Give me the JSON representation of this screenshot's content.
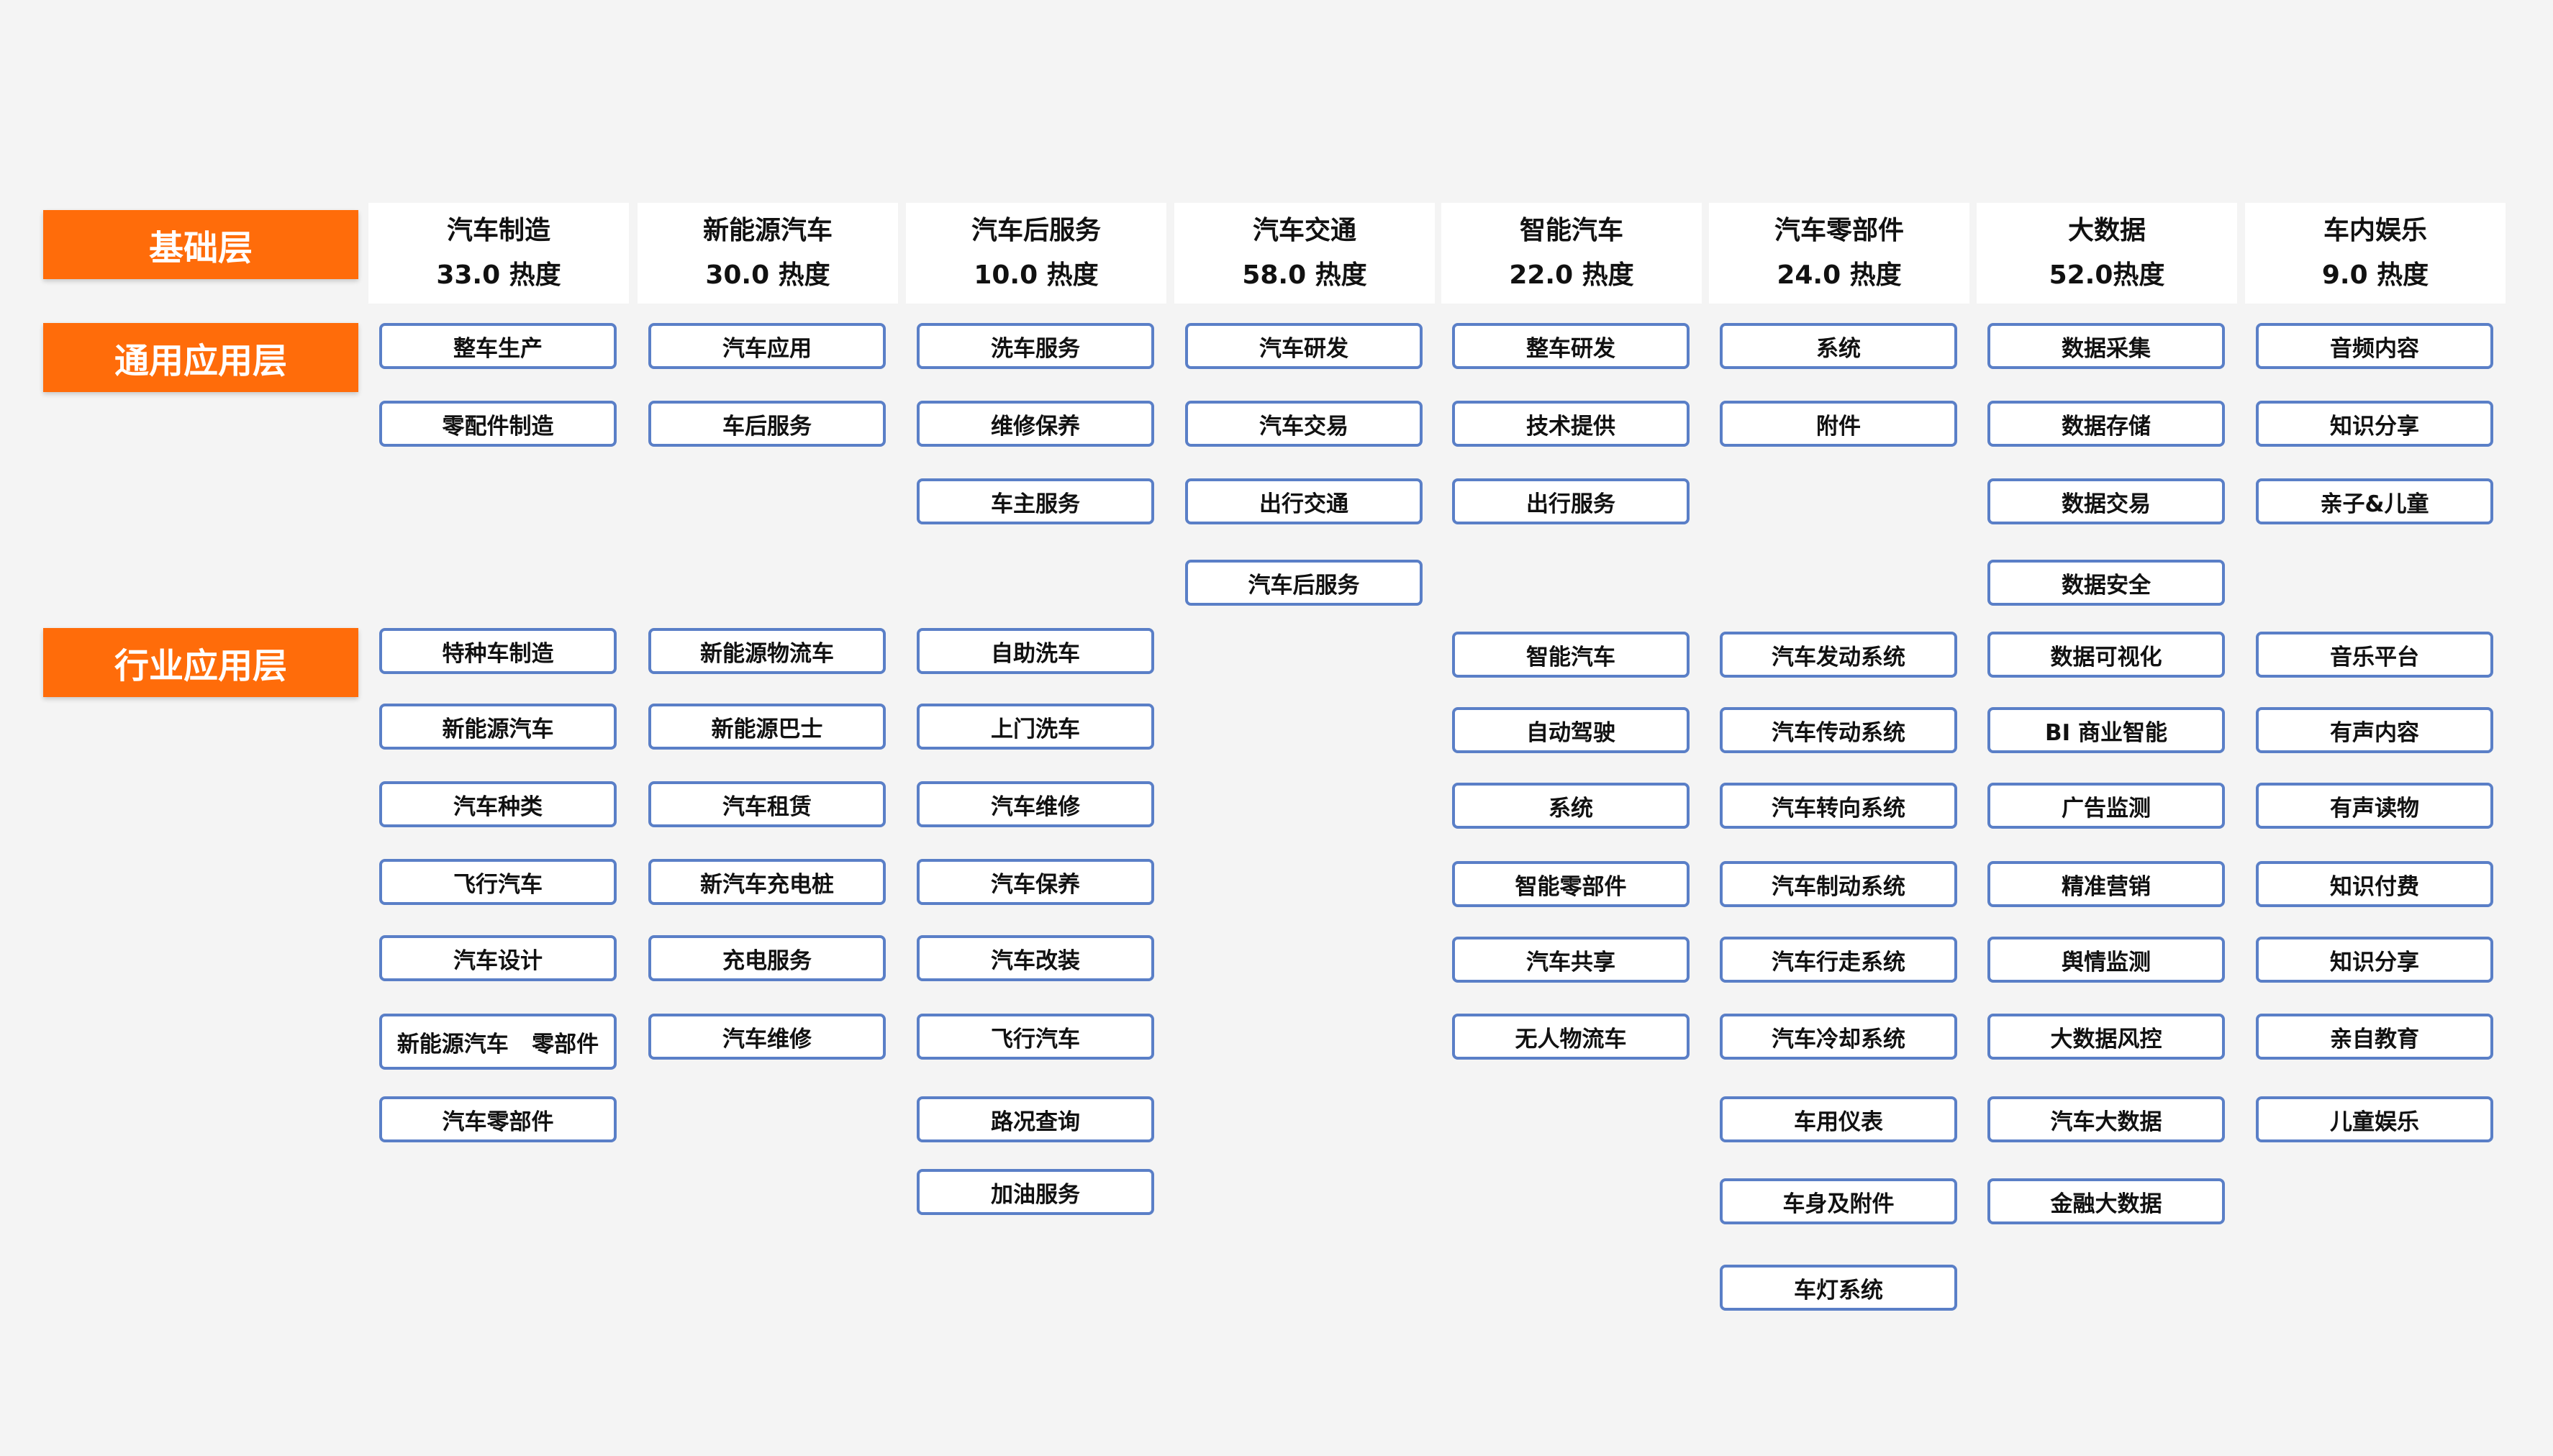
{
  "layers": {
    "base": "基础层",
    "general": "通用应用层",
    "industry": "行业应用层"
  },
  "columns": [
    {
      "name": "汽车制造",
      "heat": "33.0 热度",
      "general": [
        "整车生产",
        "零配件制造"
      ],
      "industry": [
        "特种车制造",
        "新能源汽车",
        "汽车种类",
        "飞行汽车",
        "汽车设计",
        "新能源汽车   零部件",
        "汽车零部件"
      ]
    },
    {
      "name": "新能源汽车",
      "heat": "30.0 热度",
      "general": [
        "汽车应用",
        "车后服务"
      ],
      "industry": [
        "新能源物流车",
        "新能源巴士",
        "汽车租赁",
        "新汽车充电桩",
        "充电服务",
        "汽车维修"
      ]
    },
    {
      "name": "汽车后服务",
      "heat": "10.0 热度",
      "general": [
        "洗车服务",
        "维修保养",
        "车主服务"
      ],
      "industry": [
        "自助洗车",
        "上门洗车",
        "汽车维修",
        "汽车保养",
        "汽车改装",
        "飞行汽车",
        "路况查询",
        "加油服务"
      ]
    },
    {
      "name": "汽车交通",
      "heat": "58.0 热度",
      "general": [
        "汽车研发",
        "汽车交易",
        "出行交通",
        "汽车后服务"
      ],
      "industry": []
    },
    {
      "name": "智能汽车",
      "heat": "22.0 热度",
      "general": [
        "整车研发",
        "技术提供",
        "出行服务"
      ],
      "industry": [
        "智能汽车",
        "自动驾驶",
        "系统",
        "智能零部件",
        "汽车共享",
        "无人物流车"
      ]
    },
    {
      "name": "汽车零部件",
      "heat": "24.0 热度",
      "general": [
        "系统",
        "附件"
      ],
      "industry": [
        "汽车发动系统",
        "汽车传动系统",
        "汽车转向系统",
        "汽车制动系统",
        "汽车行走系统",
        "汽车冷却系统",
        "车用仪表",
        "车身及附件",
        "车灯系统"
      ]
    },
    {
      "name": "大数据",
      "heat": "52.0热度",
      "general": [
        "数据采集",
        "数据存储",
        "数据交易",
        "数据安全"
      ],
      "industry": [
        "数据可视化",
        "BI 商业智能",
        "广告监测",
        "精准营销",
        "舆情监测",
        "大数据风控",
        "汽车大数据",
        "金融大数据"
      ]
    },
    {
      "name": "车内娱乐",
      "heat": "9.0 热度",
      "general": [
        "音频内容",
        "知识分享",
        "亲子&儿童"
      ],
      "industry": [
        "音乐平台",
        "有声内容",
        "有声读物",
        "知识付费",
        "知识分享",
        "亲自教育",
        "儿童娱乐"
      ]
    }
  ],
  "colors": {
    "label_bg": "#ff6c0a",
    "node_border": "#5a7fc7",
    "header_bg": "#ffffff",
    "page_bg": "#f4f4f4"
  }
}
